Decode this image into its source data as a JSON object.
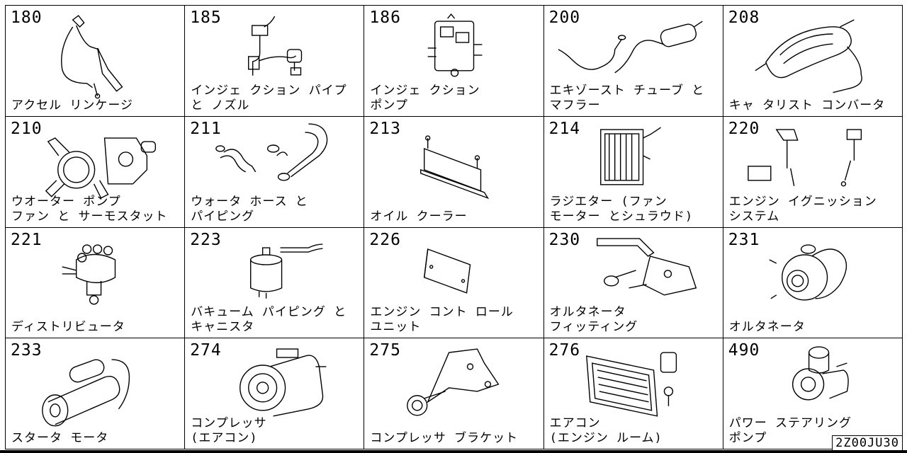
{
  "figure_id": "2Z00JU30",
  "cells": [
    {
      "code": "180",
      "label": "アクセル リンケージ",
      "icon": "accelerator-linkage"
    },
    {
      "code": "185",
      "label": "インジェ クション パイプ\nと ノズル",
      "icon": "injection-pipe-nozzle"
    },
    {
      "code": "186",
      "label": "インジェ クション\nポンプ",
      "icon": "injection-pump"
    },
    {
      "code": "200",
      "label": "エキゾースト チューブ と\nマフラー",
      "icon": "exhaust-muffler"
    },
    {
      "code": "208",
      "label": "キャ タリスト コンバータ",
      "icon": "catalytic-converter"
    },
    {
      "code": "210",
      "label": "ウオーター ポンプ\nファン と サーモスタット",
      "icon": "water-pump-fan"
    },
    {
      "code": "211",
      "label": "ウォータ ホース と\nパイピング",
      "icon": "water-hose"
    },
    {
      "code": "213",
      "label": "オイル クーラー",
      "icon": "oil-cooler"
    },
    {
      "code": "214",
      "label": "ラジエター (ファン\nモーター とシュラウド)",
      "icon": "radiator"
    },
    {
      "code": "220",
      "label": "エンジン イグニッション\nシステム",
      "icon": "ignition-system"
    },
    {
      "code": "221",
      "label": "ディストリビュータ",
      "icon": "distributor"
    },
    {
      "code": "223",
      "label": "バキューム パイピング と\nキャニスタ",
      "icon": "vacuum-canister"
    },
    {
      "code": "226",
      "label": "エンジン コント ロール\nユニット",
      "icon": "control-unit"
    },
    {
      "code": "230",
      "label": "オルタネータ\nフィッティング",
      "icon": "alternator-bracket"
    },
    {
      "code": "231",
      "label": "オルタネータ",
      "icon": "alternator"
    },
    {
      "code": "233",
      "label": "スタータ モータ",
      "icon": "starter-motor"
    },
    {
      "code": "274",
      "label": "コンプレッサ\n(エアコン)",
      "icon": "ac-compressor"
    },
    {
      "code": "275",
      "label": "コンプレッサ ブラケット",
      "icon": "compressor-bracket"
    },
    {
      "code": "276",
      "label": "エアコン\n(エンジン ルーム)",
      "icon": "ac-condenser"
    },
    {
      "code": "490",
      "label": "パワー ステアリング\nポンプ",
      "icon": "power-steering-pump"
    }
  ]
}
